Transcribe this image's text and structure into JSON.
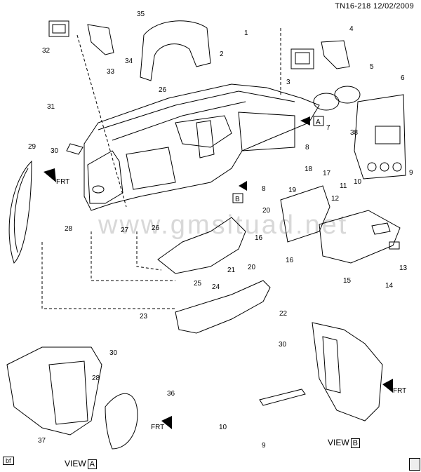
{
  "header": {
    "code": "TN16-218",
    "date": "12/02/2009"
  },
  "views": {
    "a_label": "VIEW",
    "a_letter": "A",
    "b_label": "VIEW",
    "b_letter": "B"
  },
  "footer_tag": "bf",
  "watermark": "www.gmsituad.net",
  "arrow_letters": [
    "A",
    "B"
  ],
  "arrow_text": "FRT",
  "callouts": [
    "1",
    "2",
    "3",
    "4",
    "5",
    "6",
    "7",
    "8",
    "9",
    "10",
    "11",
    "12",
    "13",
    "14",
    "15",
    "16",
    "17",
    "18",
    "19",
    "20",
    "21",
    "22",
    "23",
    "24",
    "25",
    "26",
    "27",
    "28",
    "29",
    "30",
    "31",
    "32",
    "33",
    "34",
    "35",
    "36",
    "37",
    "38"
  ]
}
